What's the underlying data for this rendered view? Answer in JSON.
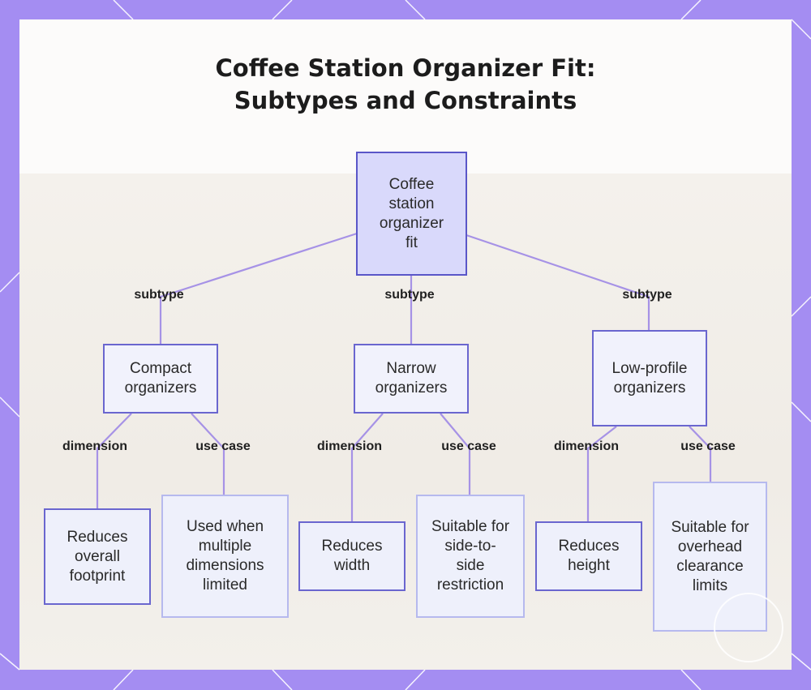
{
  "title": {
    "line1": "Coffee Station Organizer Fit:",
    "line2": "Subtypes and Constraints"
  },
  "colors": {
    "frame": "#a48df2",
    "edge": "#a692e6",
    "node_border": "#6a66cf",
    "root_fill": "#d9d9fb",
    "node_fill": "#f1f2fc"
  },
  "nodes": {
    "root": "Coffee station organizer fit",
    "compact": "Compact organizers",
    "narrow": "Narrow organizers",
    "lowprofile": "Low-profile organizers",
    "compact_dimension": "Reduces overall footprint",
    "compact_usecase": "Used when multiple dimensions limited",
    "narrow_dimension": "Reduces width",
    "narrow_usecase": "Suitable for side-to-side restriction",
    "lowprofile_dimension": "Reduces height",
    "lowprofile_usecase": "Suitable for overhead clearance limits"
  },
  "edge_labels": {
    "subtype_compact": "subtype",
    "subtype_narrow": "subtype",
    "subtype_lowprofile": "subtype",
    "dimension_compact": "dimension",
    "usecase_compact": "use case",
    "dimension_narrow": "dimension",
    "usecase_narrow": "use case",
    "dimension_lowprofile": "dimension",
    "usecase_lowprofile": "use case"
  }
}
